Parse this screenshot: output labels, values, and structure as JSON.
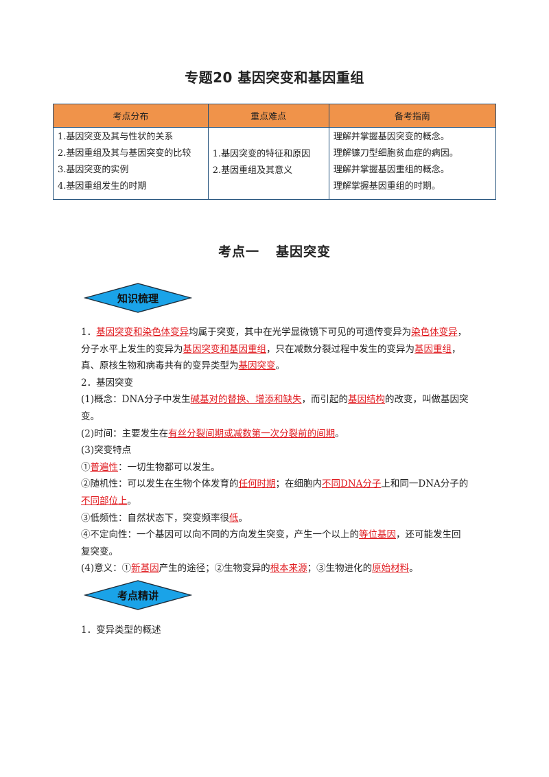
{
  "title": "专题20 基因突变和基因重组",
  "overview": {
    "headers": [
      "考点分布",
      "重点难点",
      "备考指南"
    ],
    "col1": [
      "1.基因突变及其与性状的关系",
      "2.基因重组及其与基因突变的比较",
      "3.基因突变的实例",
      "4.基因重组发生的时期"
    ],
    "col2": [
      "1.基因突变的特征和原因",
      "2.基因重组及其意义"
    ],
    "col3": [
      "理解并掌握基因突变的概念。",
      "理解镰刀型细胞贫血症的病因。",
      "理解并掌握基因重组的概念。",
      "理解掌握基因重组的时期。"
    ]
  },
  "section": {
    "label": "考点一",
    "name": "基因突变"
  },
  "badges": {
    "knowledge": "知识梳理",
    "explain": "考点精讲"
  },
  "paragraphs": [
    [
      {
        "t": "1．"
      },
      {
        "t": "基因突变和染色体变异",
        "h": true
      },
      {
        "t": "均属于突变，其中在光学显微镜下可见的可遗传变异为"
      },
      {
        "t": "染色体变异",
        "h": true
      },
      {
        "t": "，分子水平上发生的变异为"
      },
      {
        "t": "基因突变和基因重组",
        "h": true
      },
      {
        "t": "，只在减数分裂过程中发生的变异为"
      },
      {
        "t": "基因重组",
        "h": true
      },
      {
        "t": "，真、原核生物和病毒共有的变异类型为"
      },
      {
        "t": "基因突变",
        "h": true
      },
      {
        "t": "。"
      }
    ],
    [
      {
        "t": "2．基因突变"
      }
    ],
    [
      {
        "t": "(1)概念：DNA分子中发生"
      },
      {
        "t": "碱基对的替换、增添和缺失",
        "h": true
      },
      {
        "t": "，而引起的"
      },
      {
        "t": "基因结构",
        "h": true
      },
      {
        "t": "的改变，叫做基因突变。"
      }
    ],
    [
      {
        "t": "(2)时间：主要发生在"
      },
      {
        "t": "有丝分裂间期或减数第一次分裂前的间期",
        "h": true
      },
      {
        "t": "。"
      }
    ],
    [
      {
        "t": "(3)突变特点"
      }
    ],
    [
      {
        "t": "①"
      },
      {
        "t": "普遍性",
        "h": true
      },
      {
        "t": "：一切生物都可以发生。"
      }
    ],
    [
      {
        "t": "②随机性：可以发生在生物个体发育的"
      },
      {
        "t": "任何时期",
        "h": true
      },
      {
        "t": "；在细胞内"
      },
      {
        "t": "不同DNA分子",
        "h": true
      },
      {
        "t": "上和同一DNA分子的"
      },
      {
        "t": "不同部位",
        "h": true
      },
      {
        "t": "上",
        "h": true
      },
      {
        "t": "。"
      }
    ],
    [
      {
        "t": "③低频性：自然状态下，突变频率很"
      },
      {
        "t": "低",
        "h": true
      },
      {
        "t": "。"
      }
    ],
    [
      {
        "t": "④不定向性：一个基因可以向不同的方向发生突变，产生一个以上的"
      },
      {
        "t": "等位基因",
        "h": true
      },
      {
        "t": "，还可能发生回复突变。"
      }
    ],
    [
      {
        "t": "(4)意义：①"
      },
      {
        "t": "新基因",
        "h": true
      },
      {
        "t": "产生的途径；②生物变异的"
      },
      {
        "t": "根本来源",
        "h": true
      },
      {
        "t": "；③生物进化的"
      },
      {
        "t": "原始材料",
        "h": true
      },
      {
        "t": "。"
      }
    ]
  ],
  "section2_first": "1．变异类型的概述",
  "colors": {
    "header_bg": "#f0934a",
    "badge_fill": "#1aa3e8",
    "highlight": "#e0191e",
    "border": "#1f4e79"
  }
}
